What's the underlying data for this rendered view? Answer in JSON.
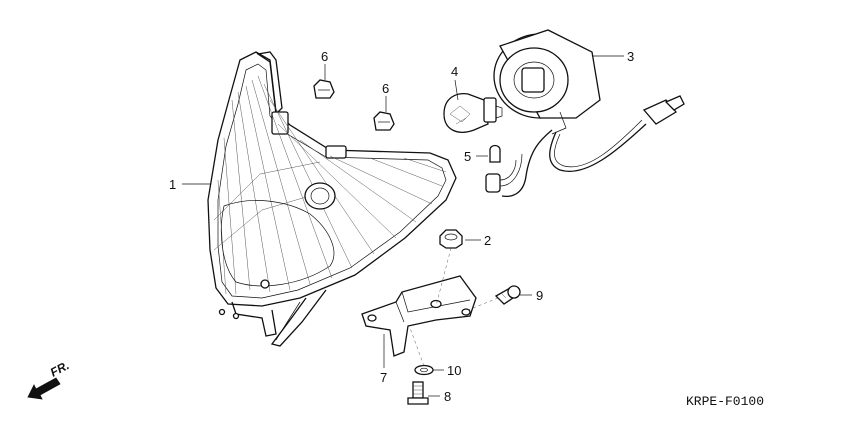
{
  "callouts": [
    {
      "id": "headlight",
      "label": "1"
    },
    {
      "id": "nut",
      "label": "2"
    },
    {
      "id": "bulb-socket",
      "label": "3"
    },
    {
      "id": "headlight-bulb",
      "label": "4"
    },
    {
      "id": "position-bulb",
      "label": "5"
    },
    {
      "id": "rubber-grommet-a",
      "label": "6"
    },
    {
      "id": "rubber-grommet-b",
      "label": "6"
    },
    {
      "id": "bracket",
      "label": "7"
    },
    {
      "id": "bolt",
      "label": "8"
    },
    {
      "id": "screw",
      "label": "9"
    },
    {
      "id": "washer",
      "label": "10"
    }
  ],
  "front_marker": {
    "label": "FR.",
    "icon": "front-arrow-icon"
  },
  "diagram_code": "KRPE-F0100"
}
